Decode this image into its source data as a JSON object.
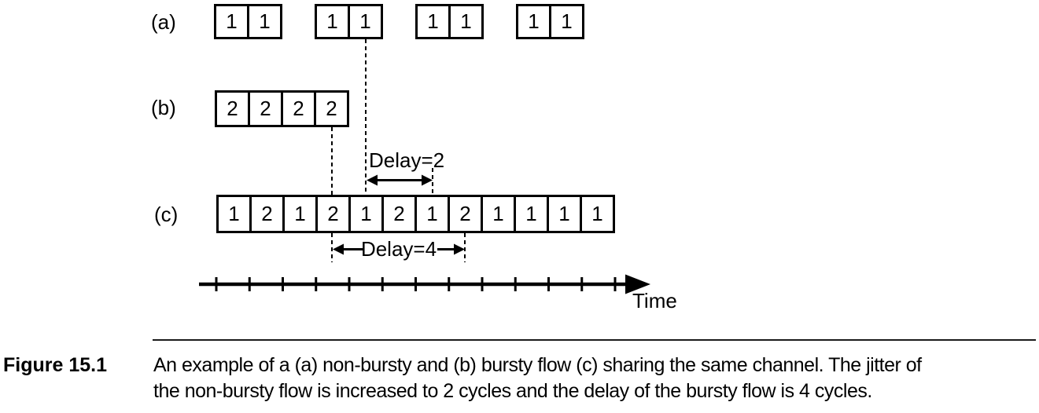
{
  "figure": {
    "row_a": {
      "label": "(a)",
      "groups": [
        {
          "cells": [
            "1",
            "1"
          ]
        },
        {
          "cells": [
            "1",
            "1"
          ]
        },
        {
          "cells": [
            "1",
            "1"
          ]
        },
        {
          "cells": [
            "1",
            "1"
          ]
        }
      ]
    },
    "row_b": {
      "label": "(b)",
      "cells": [
        "2",
        "2",
        "2",
        "2"
      ]
    },
    "row_c": {
      "label": "(c)",
      "cells": [
        "1",
        "2",
        "1",
        "2",
        "1",
        "2",
        "1",
        "2",
        "1",
        "1",
        "1",
        "1"
      ]
    },
    "annotations": {
      "delay2": "Delay=2",
      "delay4": "Delay=4"
    },
    "time_axis": {
      "label": "Time",
      "tick_count": 13
    },
    "colors": {
      "ink": "#000000",
      "background": "#ffffff"
    }
  },
  "caption": {
    "label": "Figure 15.1",
    "line1": "An example of a (a) non-bursty and (b) bursty flow (c) sharing the same channel. The jitter of",
    "line2": "the non-bursty flow is increased to 2 cycles and the delay of the bursty flow is 4 cycles."
  }
}
